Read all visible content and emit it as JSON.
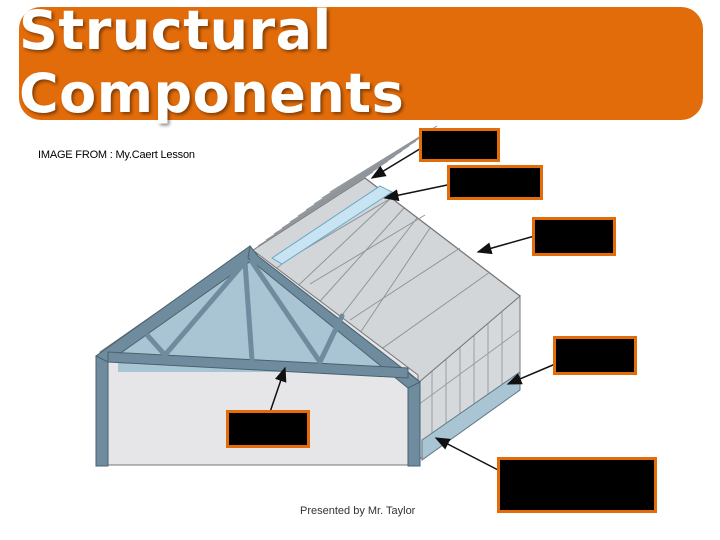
{
  "title": "Structural Components",
  "image_credit": "IMAGE FROM : My.Caert Lesson",
  "footer": "Presented by Mr. Taylor",
  "colors": {
    "accent": "#e36c0a",
    "frame": "#6f8c9e",
    "roof": "#d3d6d9",
    "wall": "#e6e6e8",
    "truss_fill": "#a9c4d3"
  }
}
